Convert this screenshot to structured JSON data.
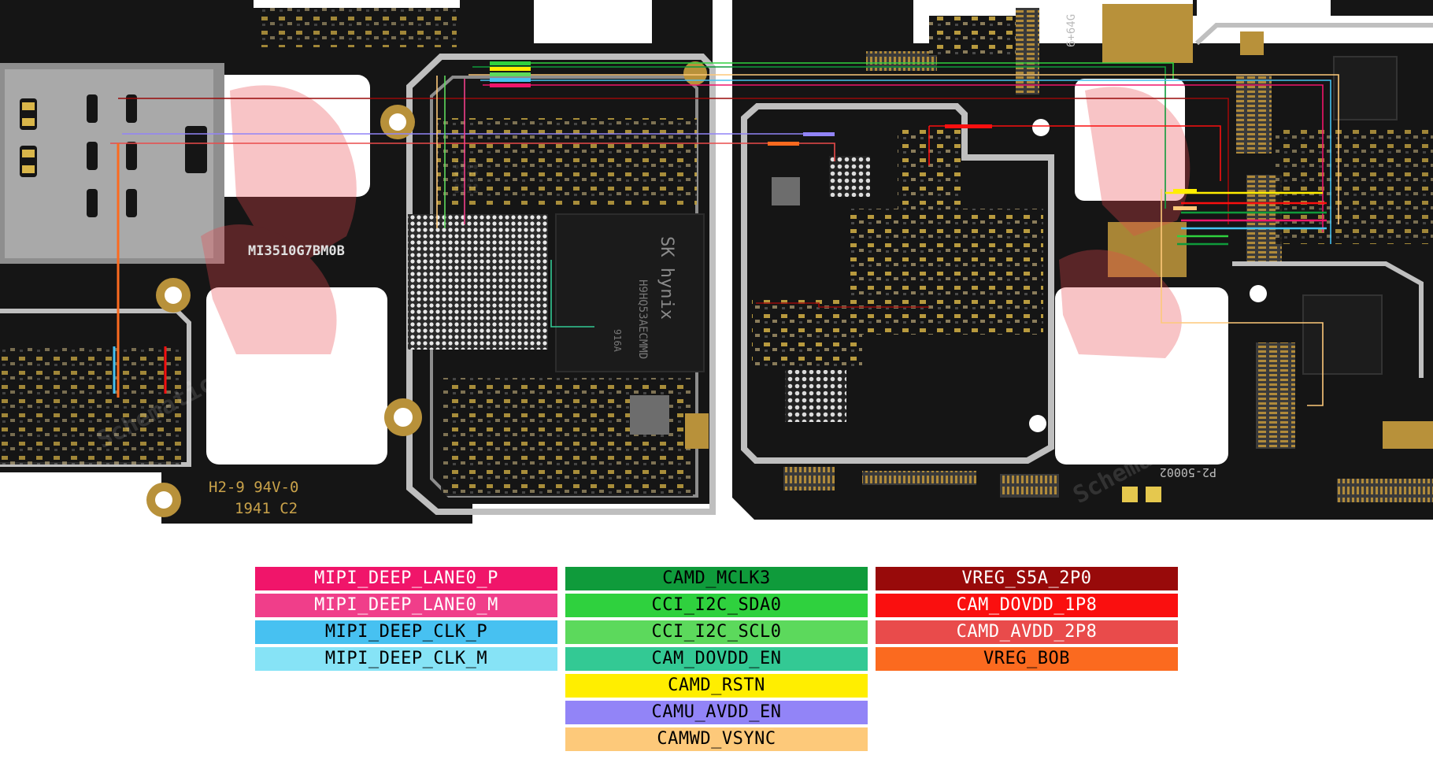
{
  "board": {
    "left_silk": "MI3510G7BM0B",
    "ul_mark": "H2-9 94V-0",
    "date_code": "1941 C2",
    "chip_brand": "SK hynix",
    "chip_code": "H9HQ53AECMMD",
    "chip_code2": "916A",
    "top_silk": "6+64G",
    "right_part": "P2-50002",
    "watermark": "Schematics",
    "colors": {
      "pcb": "#151515",
      "frame": "#bfbfbf",
      "pad": "#b89a3e",
      "cutout": "#ffffff",
      "watermark": "#e8474e"
    }
  },
  "legend": {
    "col1": [
      {
        "label": "MIPI_DEEP_LANE0_P",
        "color": "#f0156a",
        "text_color": "#ffffff"
      },
      {
        "label": "MIPI_DEEP_LANE0_M",
        "color": "#f03e8a",
        "text_color": "#ffffff"
      },
      {
        "label": "MIPI_DEEP_CLK_P",
        "color": "#47c1f1",
        "text_color": "#000000"
      },
      {
        "label": "MIPI_DEEP_CLK_M",
        "color": "#86e3f6",
        "text_color": "#000000"
      }
    ],
    "col2": [
      {
        "label": "CAMD_MCLK3",
        "color": "#0f9b3b",
        "text_color": "#000000"
      },
      {
        "label": "CCI_I2C_SDA0",
        "color": "#2fd13e",
        "text_color": "#000000"
      },
      {
        "label": "CCI_I2C_SCL0",
        "color": "#5cd95c",
        "text_color": "#000000"
      },
      {
        "label": "CAM_DOVDD_EN",
        "color": "#33c994",
        "text_color": "#000000"
      },
      {
        "label": "CAMD_RSTN",
        "color": "#ffee00",
        "text_color": "#000000"
      },
      {
        "label": "CAMU_AVDD_EN",
        "color": "#9284f7",
        "text_color": "#000000"
      },
      {
        "label": "CAMWD_VSYNC",
        "color": "#fdc97a",
        "text_color": "#000000"
      }
    ],
    "col3": [
      {
        "label": "VREG_S5A_2P0",
        "color": "#980a0a",
        "text_color": "#ffffff"
      },
      {
        "label": "CAM_DOVDD_1P8",
        "color": "#fa0f0f",
        "text_color": "#ffffff"
      },
      {
        "label": "CAMD_AVDD_2P8",
        "color": "#e94b4b",
        "text_color": "#ffffff"
      },
      {
        "label": "VREG_BOB",
        "color": "#fb6a1f",
        "text_color": "#000000"
      }
    ]
  }
}
